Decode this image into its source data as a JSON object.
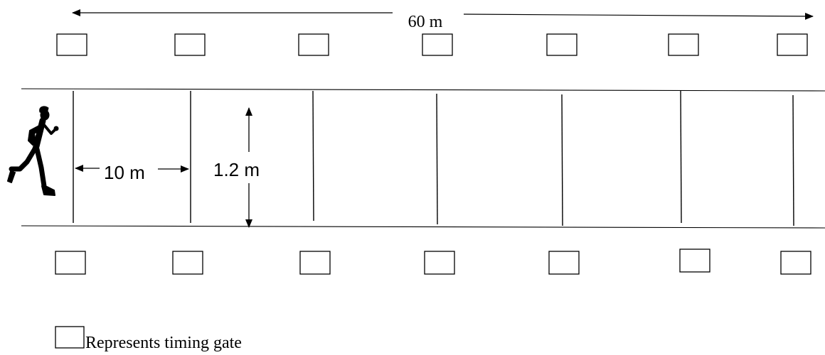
{
  "diagram": {
    "total_distance_label": "60 m",
    "segment_label": "10 m",
    "lane_width_label": "1.2 m",
    "legend_label": "Represents timing gate",
    "runner_icon": "runner-icon",
    "gate_icon": "timing-gate-icon",
    "line_color": "#000000",
    "background_color": "#ffffff"
  }
}
